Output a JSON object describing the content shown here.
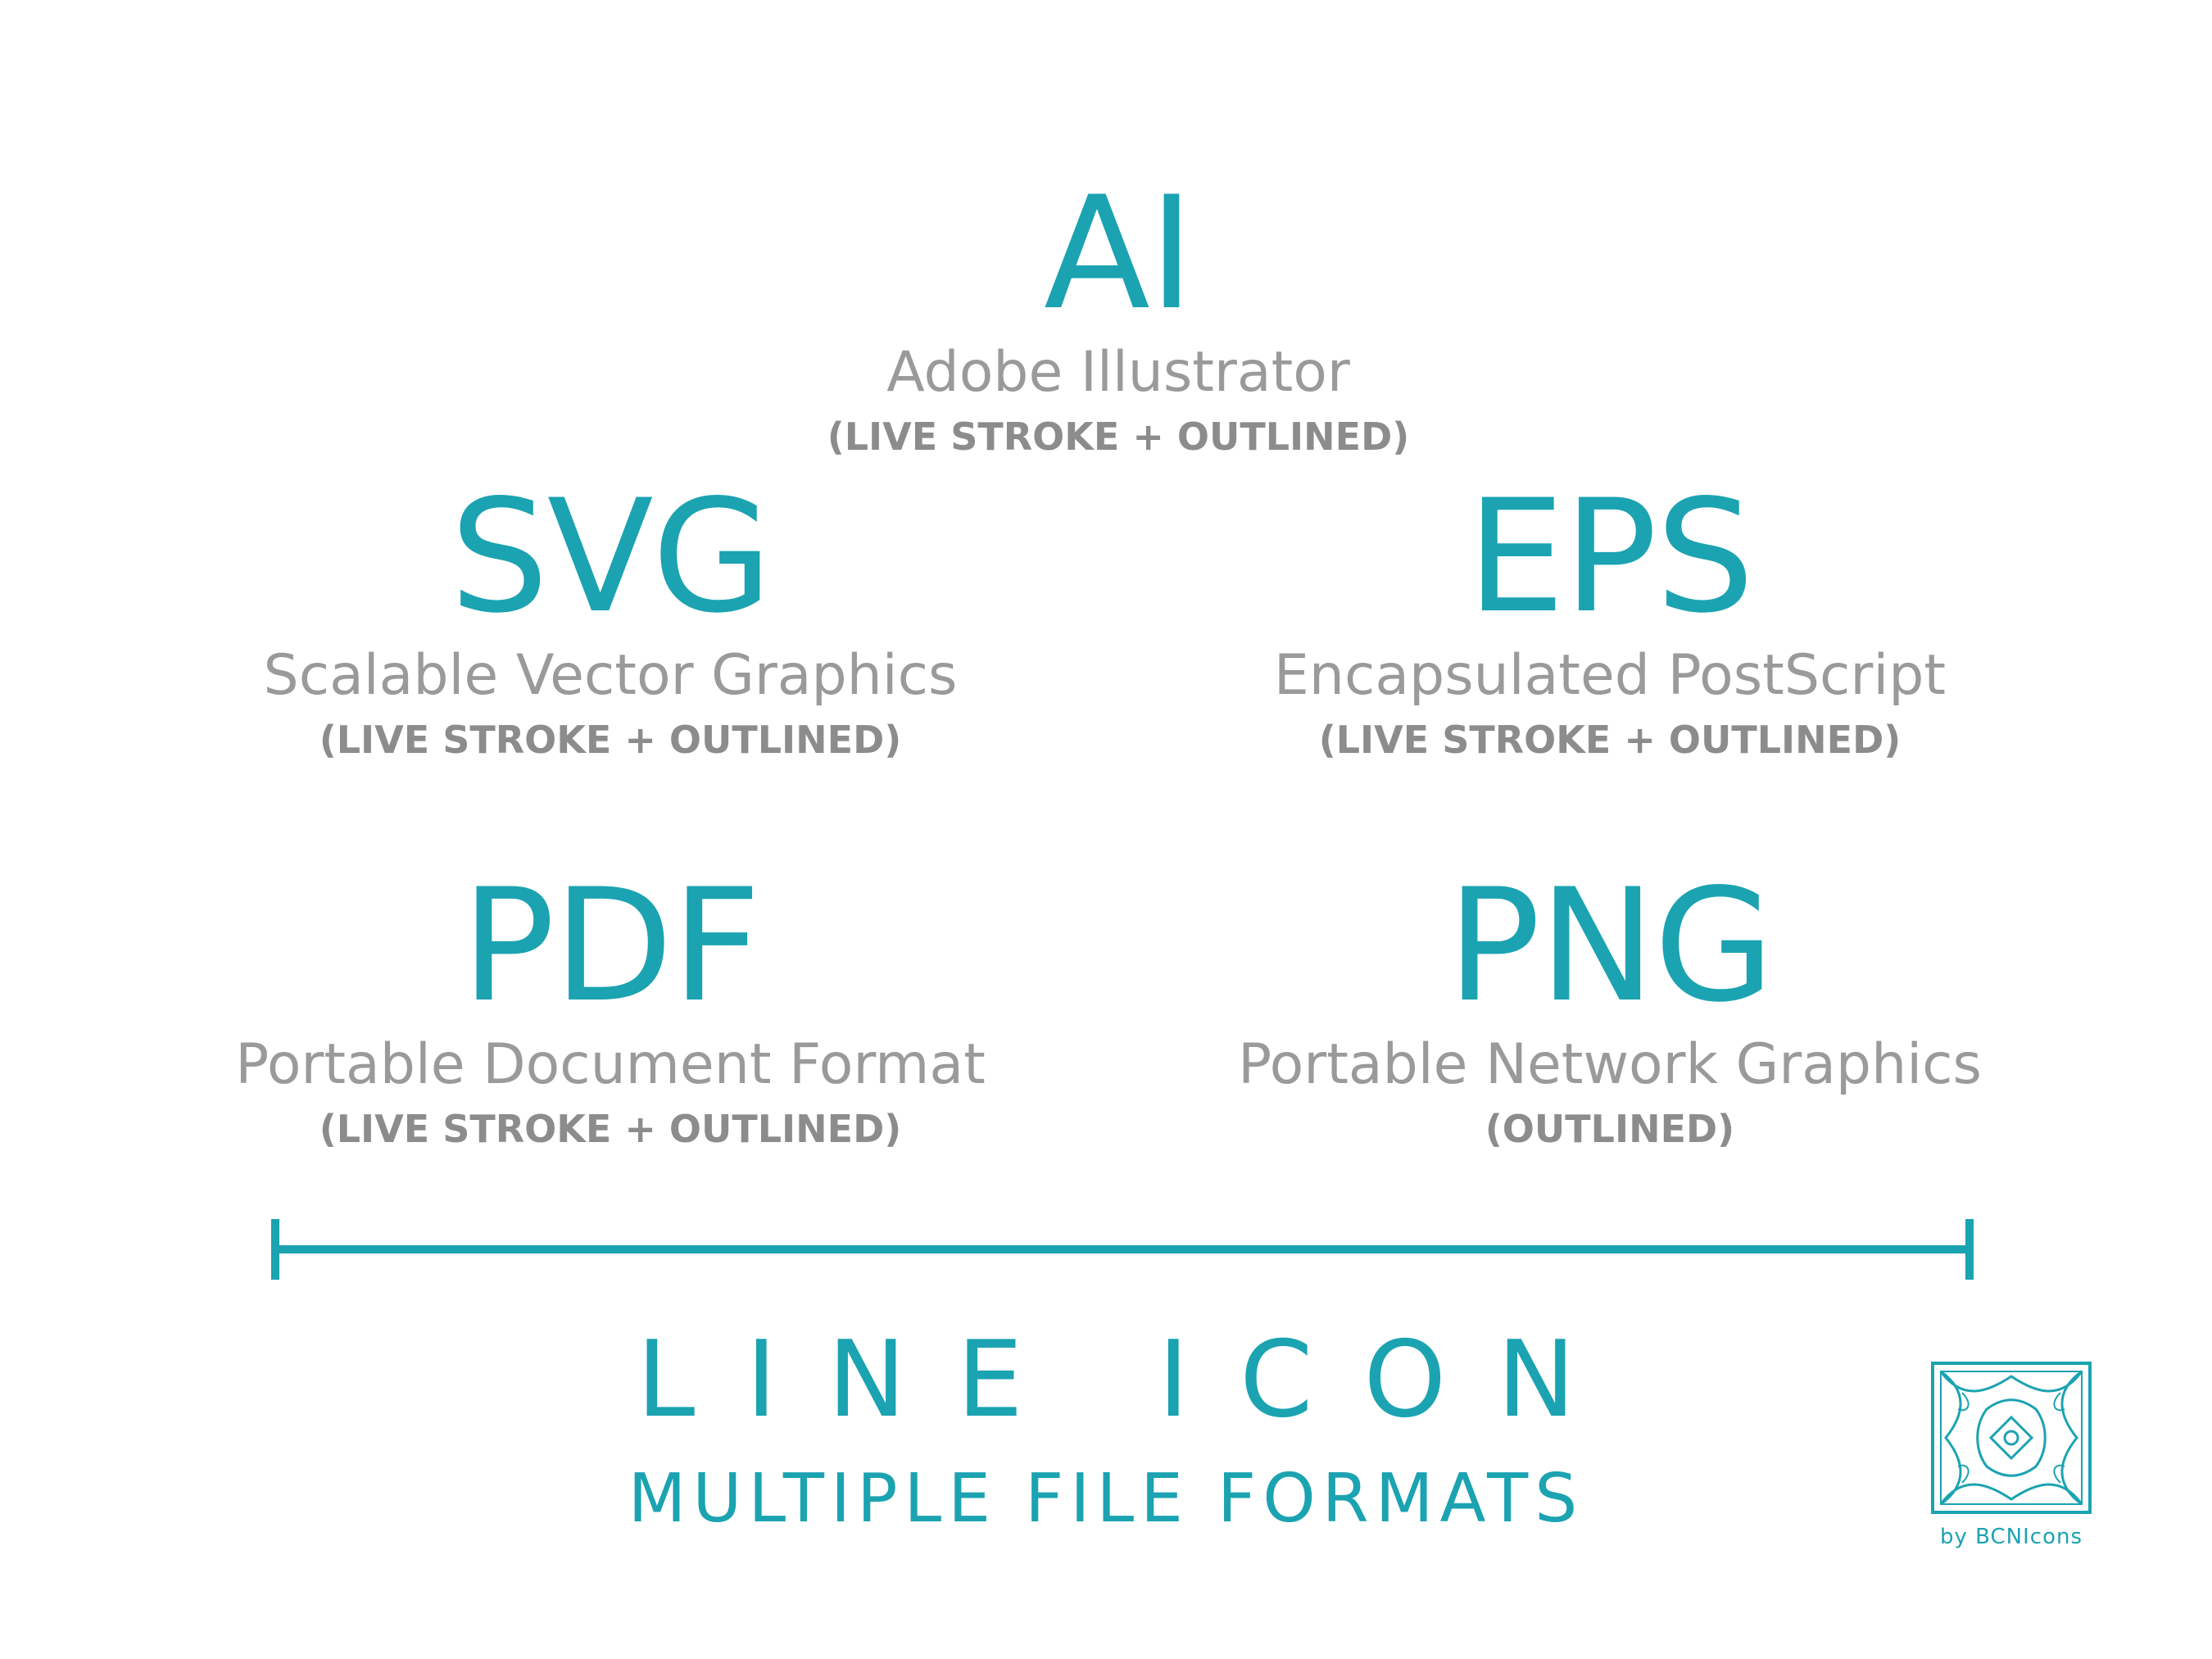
{
  "colors": {
    "accent": "#1ba3b1",
    "text_gray": "#9a9a9a",
    "note_gray": "#8c8c8c",
    "background": "#ffffff"
  },
  "formats": {
    "ai": {
      "abbr": "AI",
      "name": "Adobe Illustrator",
      "note": "(LIVE STROKE + OUTLINED)"
    },
    "svg": {
      "abbr": "SVG",
      "name": "Scalable Vector Graphics",
      "note": "(LIVE STROKE + OUTLINED)"
    },
    "eps": {
      "abbr": "EPS",
      "name": "Encapsulated PostScript",
      "note": "(LIVE STROKE + OUTLINED)"
    },
    "pdf": {
      "abbr": "PDF",
      "name": "Portable Document Format",
      "note": "(LIVE STROKE + OUTLINED)"
    },
    "png": {
      "abbr": "PNG",
      "name": "Portable Network Graphics",
      "note": "(OUTLINED)"
    }
  },
  "footer": {
    "heading": "LINE ICON",
    "subheading": "MULTIPLE FILE FORMATS"
  },
  "brand": {
    "logo_icon": "ornamental-tile-logo",
    "caption": "by BCNIcons"
  }
}
